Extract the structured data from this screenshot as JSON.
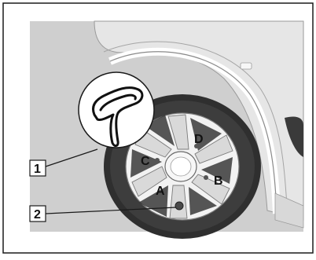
{
  "callouts": {
    "c1": {
      "number": "1"
    },
    "c2": {
      "number": "2"
    }
  },
  "bolt_letters": {
    "a": "A",
    "b": "B",
    "c": "C",
    "d": "D"
  },
  "colors": {
    "frame": "#1a1a1a",
    "background": "#cfcfcf",
    "tire": "#2f2f2f",
    "rim": "#f2f2f2",
    "body_panel": "#e4e4e4",
    "label_box": "#ffffff"
  },
  "icons": [
    "wheel-bolt-key-icon",
    "wheel-icon",
    "vehicle-body-icon"
  ]
}
